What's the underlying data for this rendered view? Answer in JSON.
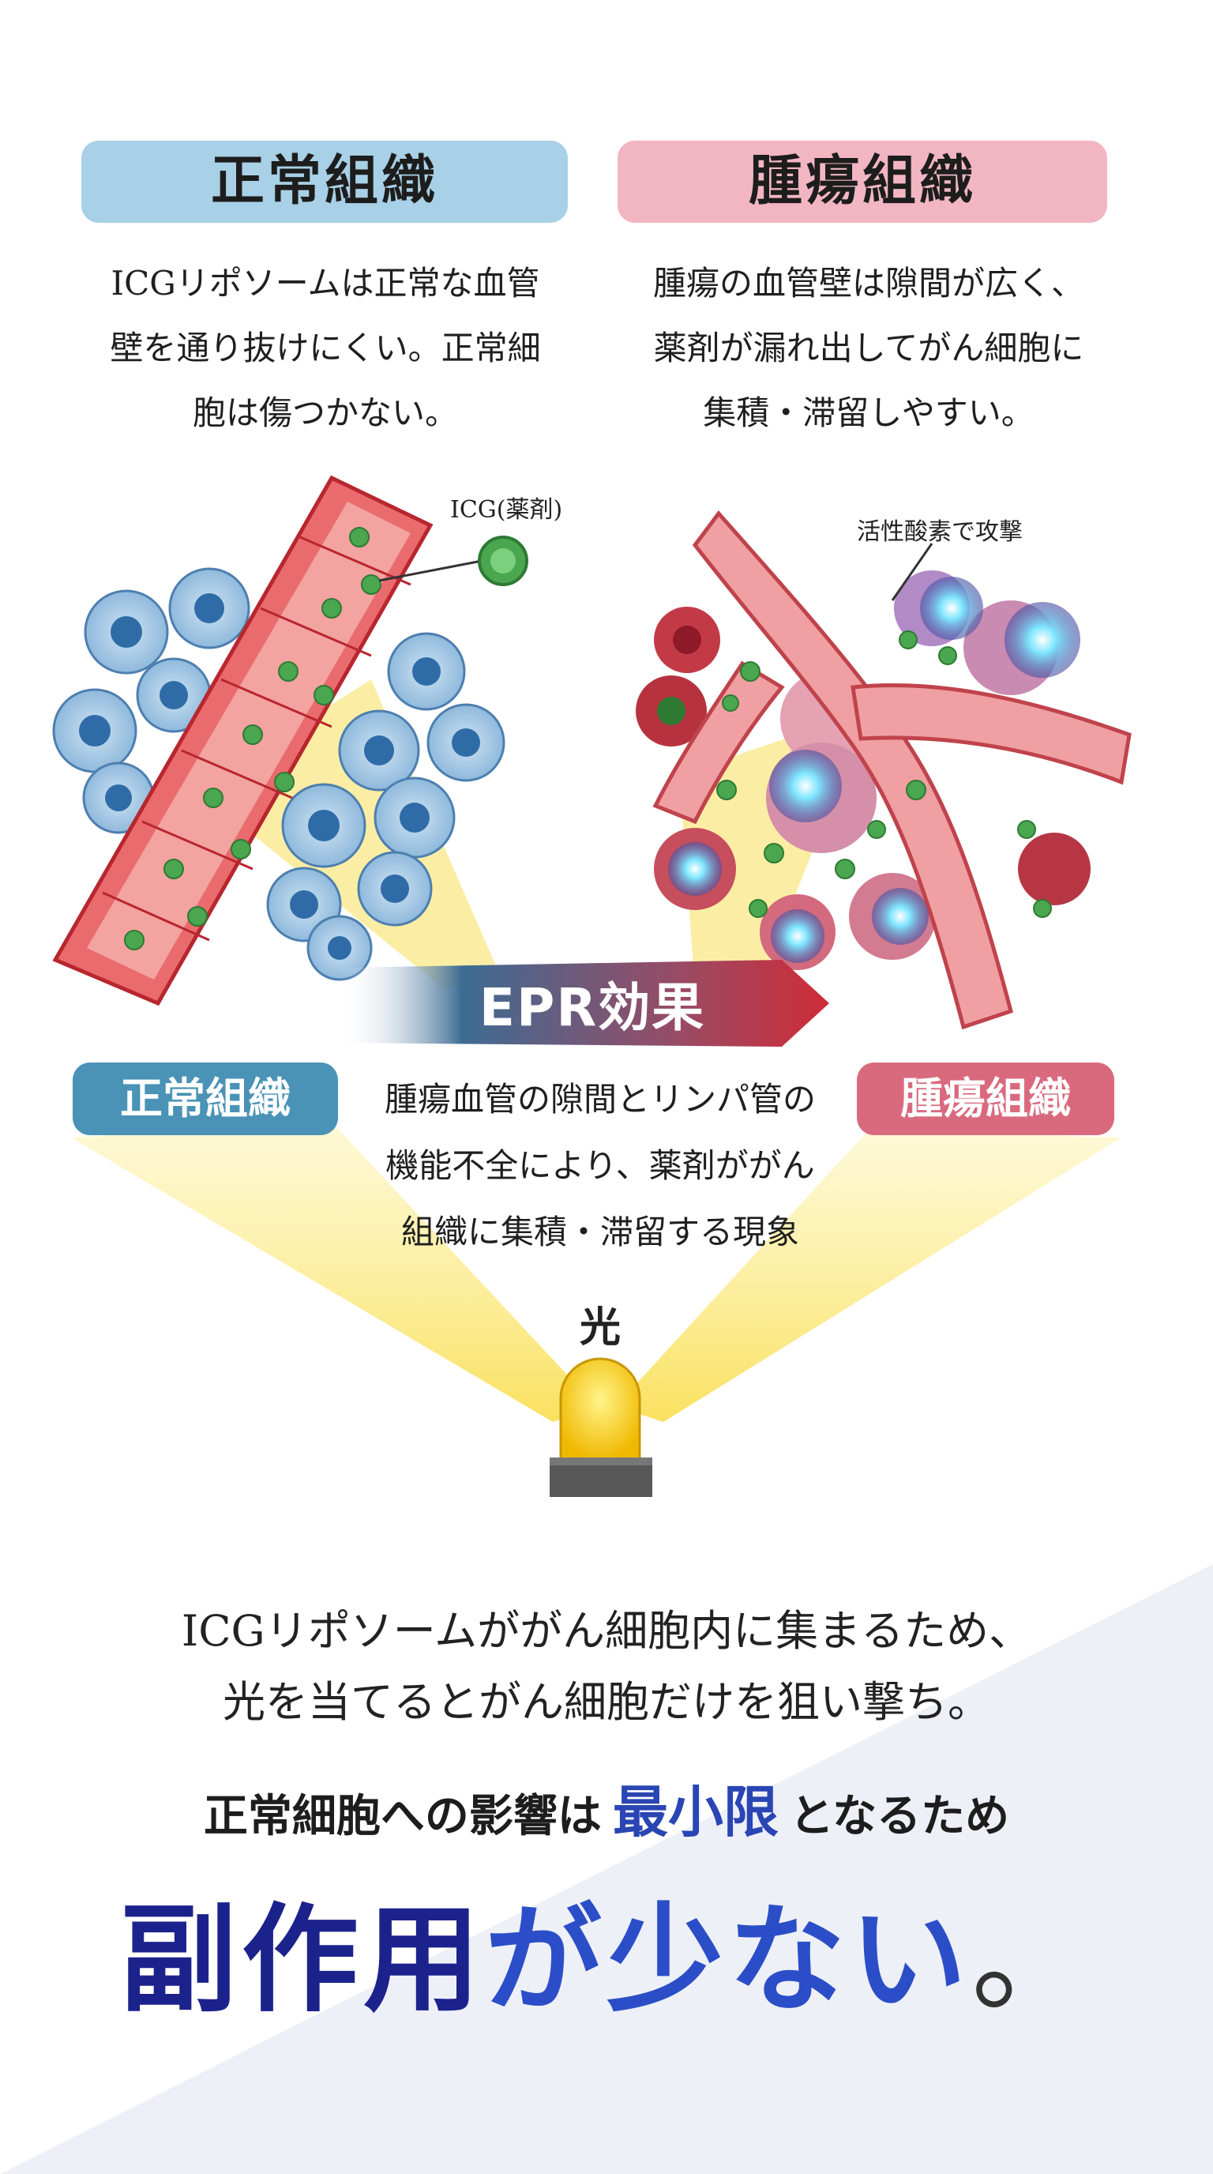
{
  "top": {
    "normal_title": "正常組織",
    "tumor_title": "腫瘍組織",
    "normal_desc": [
      "ICGリポソームは正常な血管",
      "壁を通り抜けにくい。正常細",
      "胞は傷つかない。"
    ],
    "tumor_desc": [
      "腫瘍の血管壁は隙間が広く、",
      "薬剤が漏れ出してがん細胞に",
      "集積・滞留しやすい。"
    ]
  },
  "callouts": {
    "icg": "ICG(薬剤)",
    "ros": "活性酸素で攻撃"
  },
  "epr": {
    "label": "EPR効果",
    "desc": [
      "腫瘍血管の隙間とリンパ管の",
      "機能不全により、薬剤ががん",
      "組織に集積・滞留する現象"
    ]
  },
  "mid": {
    "normal_label": "正常組織",
    "tumor_label": "腫瘍組織"
  },
  "light": {
    "label": "光"
  },
  "summary": {
    "line1": "ICGリポソームががん細胞内に集まるため、",
    "line2": "光を当てるとがん細胞だけを狙い撃ち。",
    "line3_prefix": "正常細胞への影響は",
    "line3_emphasis": "最小限",
    "line3_suffix": "となるため",
    "headline_a": "副作用",
    "headline_b": "が少ない",
    "headline_c": "。"
  },
  "colors": {
    "normal_blue": "#a8d0e6",
    "tumor_pink": "#f2b6c2",
    "normal_mid": "#4a93b6",
    "tumor_mid": "#d96a7e",
    "vessel_red": "#d9484f",
    "drug_green": "#4aa64f",
    "light_yellow": "#f7d51e",
    "headline_navy": "#1c228c",
    "headline_blue": "#2b4ec8"
  }
}
